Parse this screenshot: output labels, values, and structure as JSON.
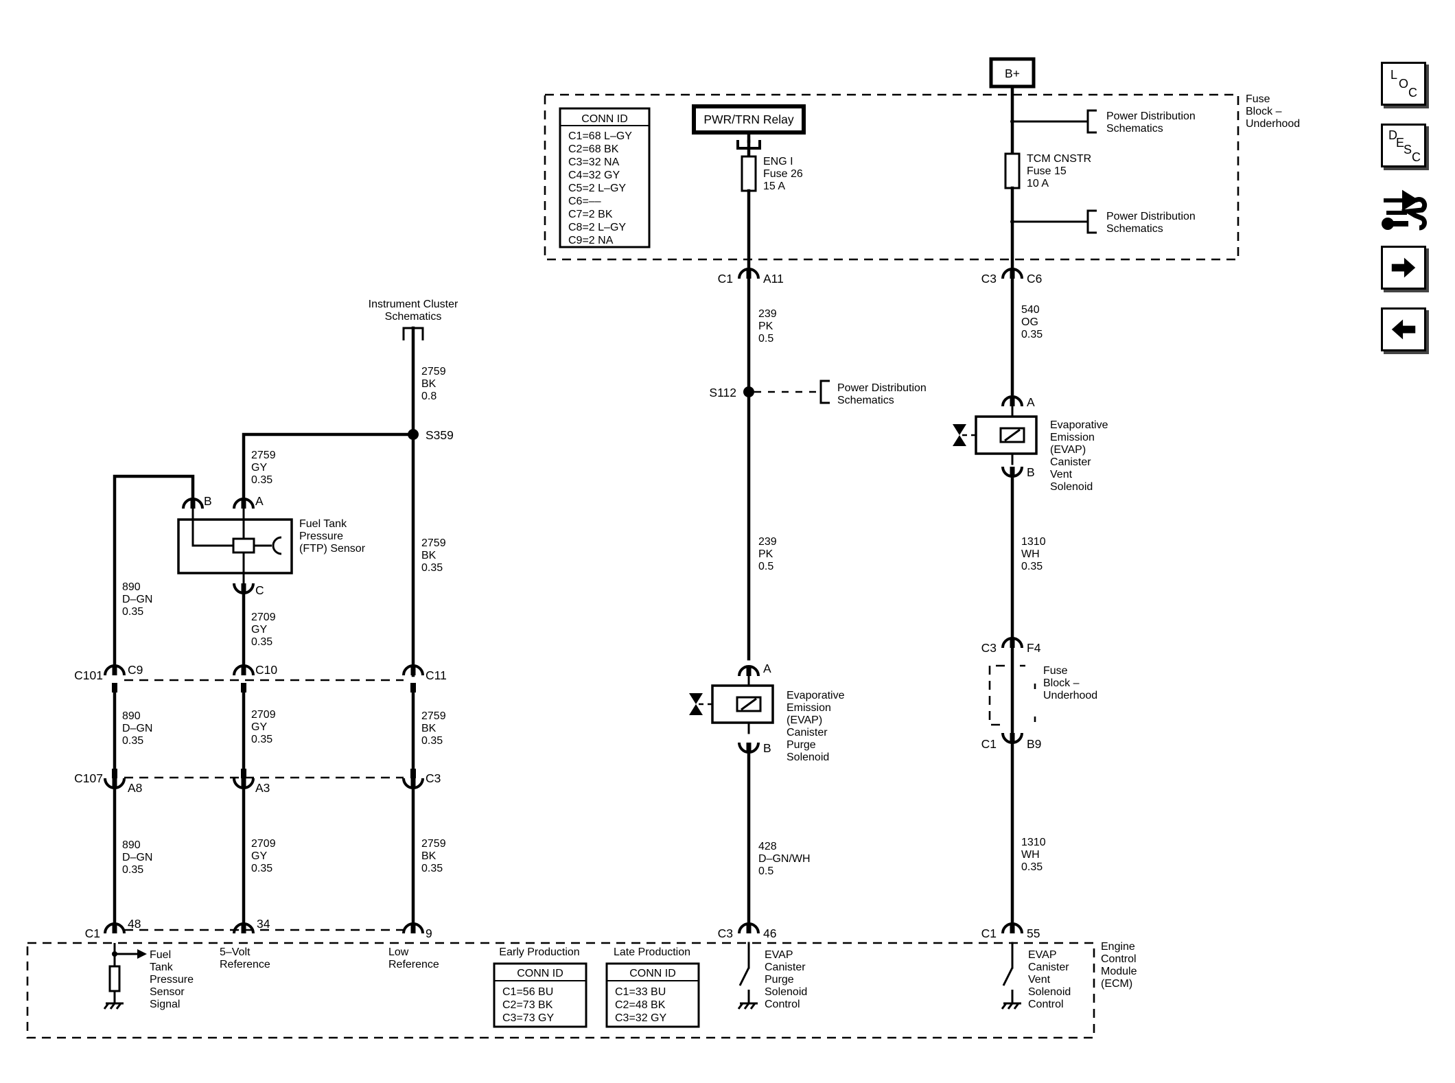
{
  "nav": {
    "loc": [
      "L",
      "O",
      "C"
    ],
    "desc": [
      "D",
      "E",
      "S",
      "C"
    ]
  },
  "power": {
    "b_plus": "B+",
    "relay": "PWR/TRN Relay",
    "fuse_block_label": [
      "Fuse",
      "Block –",
      "Underhood"
    ],
    "power_dist": [
      "Power Distribution",
      "Schematics"
    ],
    "eng_fuse": [
      "ENG I",
      "Fuse 26",
      "15 A"
    ],
    "tcm_fuse": [
      "TCM CNSTR",
      "Fuse 15",
      "10 A"
    ]
  },
  "conn_table": {
    "title": "CONN ID",
    "rows": [
      "C1=68 L–GY",
      "C2=68 BK",
      "C3=32 NA",
      "C4=32 GY",
      "C5=2 L–GY",
      "C6=––",
      "C7=2 BK",
      "C8=2 L–GY",
      "C9=2 NA"
    ]
  },
  "connectors": {
    "c1": "C1",
    "c3": "C3",
    "c101": "C101",
    "c107": "C107",
    "a11": "A11",
    "c6": "C6",
    "f4": "F4",
    "b9": "B9",
    "c9": "C9",
    "c10": "C10",
    "c11": "C11",
    "a8": "A8",
    "a3": "A3",
    "c3_pin": "C3",
    "p48": "48",
    "p34": "34",
    "p9": "9",
    "p46": "46",
    "p55": "55",
    "pa": "A",
    "pb": "B",
    "pc": "C"
  },
  "splices": {
    "s112": "S112",
    "s359": "S359"
  },
  "wires": {
    "w239": [
      "239",
      "PK",
      "0.5"
    ],
    "w540": [
      "540",
      "OG",
      "0.35"
    ],
    "w1310": [
      "1310",
      "WH",
      "0.35"
    ],
    "w428": [
      "428",
      "D–GN/WH",
      "0.5"
    ],
    "w2759_08": [
      "2759",
      "BK",
      "0.8"
    ],
    "w2759_gy": [
      "2759",
      "GY",
      "0.35"
    ],
    "w2759_bk": [
      "2759",
      "BK",
      "0.35"
    ],
    "w2709": [
      "2709",
      "GY",
      "0.35"
    ],
    "w890": [
      "890",
      "D–GN",
      "0.35"
    ]
  },
  "components": {
    "instrument_cluster": [
      "Instrument Cluster",
      "Schematics"
    ],
    "ftp_sensor": [
      "Fuel Tank",
      "Pressure",
      "(FTP) Sensor"
    ],
    "vent_solenoid": [
      "Evaporative",
      "Emission",
      "(EVAP)",
      "Canister",
      "Vent",
      "Solenoid"
    ],
    "purge_solenoid": [
      "Evaporative",
      "Emission",
      "(EVAP)",
      "Canister",
      "Purge",
      "Solenoid"
    ],
    "fuse_block2": [
      "Fuse",
      "Block –",
      "Underhood"
    ]
  },
  "ecm": {
    "label": [
      "Engine",
      "Control",
      "Module",
      "(ECM)"
    ],
    "ftp_signal": [
      "Fuel",
      "Tank",
      "Pressure",
      "Sensor",
      "Signal"
    ],
    "five_volt": [
      "5–Volt",
      "Reference"
    ],
    "low_ref": [
      "Low",
      "Reference"
    ],
    "purge_ctrl": [
      "EVAP",
      "Canister",
      "Purge",
      "Solenoid",
      "Control"
    ],
    "vent_ctrl": [
      "EVAP",
      "Canister",
      "Vent",
      "Solenoid",
      "Control"
    ],
    "early": {
      "heading": "Early Production",
      "title": "CONN ID",
      "rows": [
        "C1=56 BU",
        "C2=73 BK",
        "C3=73 GY"
      ]
    },
    "late": {
      "heading": "Late Production",
      "title": "CONN ID",
      "rows": [
        "C1=33 BU",
        "C2=48 BK",
        "C3=32 GY"
      ]
    }
  }
}
